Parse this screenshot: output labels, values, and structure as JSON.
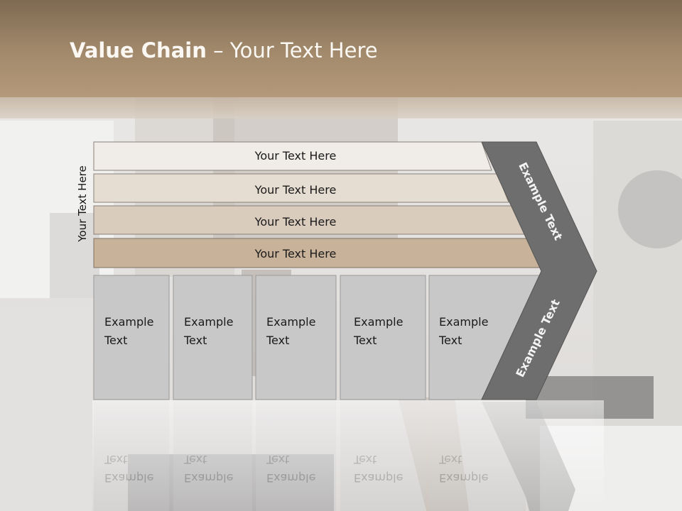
{
  "title": {
    "bold": "Value Chain",
    "rest": " – Your Text Here"
  },
  "side_label": "Your Text Here",
  "bars": [
    "Your Text Here",
    "Your Text Here",
    "Your Text Here",
    "Your Text Here"
  ],
  "boxes": [
    "Example Text",
    "Example Text",
    "Example Text",
    "Example Text",
    "Example Text"
  ],
  "chevron": {
    "upper": "Example Text",
    "lower": "Example Text"
  },
  "colors": {
    "header": "#a38a6c",
    "bar1": "#f0ede8",
    "bar2": "#e6ddd2",
    "bar3": "#d9ccbd",
    "bar4": "#c8b39a",
    "box": "#c8c8c8",
    "chevron": "#6e6e6e"
  }
}
